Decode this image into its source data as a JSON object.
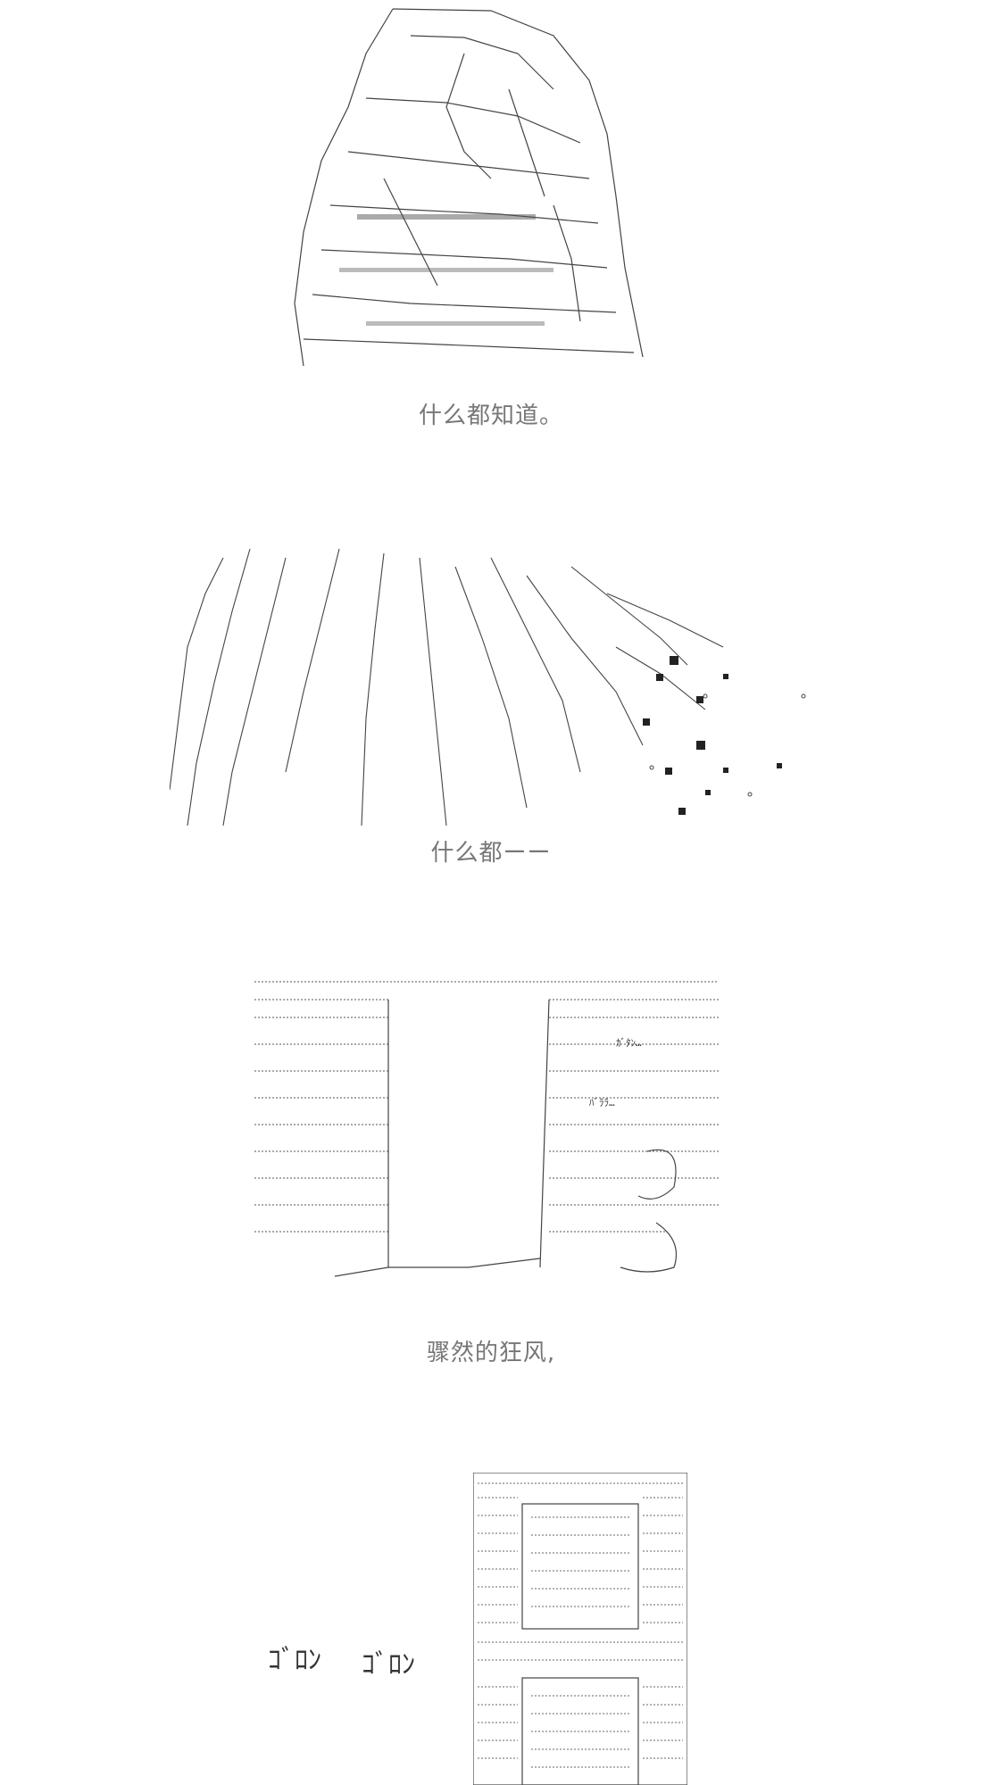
{
  "panels": [
    {
      "caption": "什么都知道。"
    },
    {
      "caption": "什么都ーー"
    },
    {
      "caption": "骤然的狂风,",
      "sfx": [
        "ｶﾞﾀﾝ…",
        "ﾊﾞﾗﾗ…"
      ]
    },
    {
      "caption": "",
      "sfx": [
        "ｺﾞﾛﾝ",
        "ｺﾞﾛﾝ"
      ]
    }
  ],
  "colors": {
    "ink": "#333333",
    "caption": "#777777",
    "background": "#ffffff"
  }
}
